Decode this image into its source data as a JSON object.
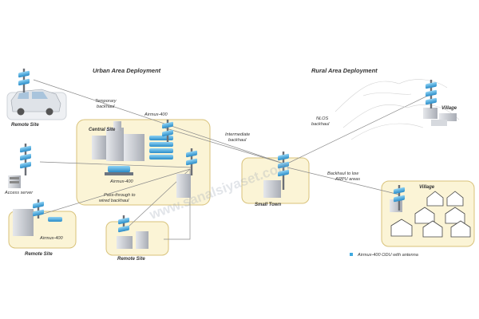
{
  "sections": {
    "urban": "Urban Area Deployment",
    "rural": "Rural Area Deployment"
  },
  "sites": {
    "remote_site_top": "Remote Site",
    "central_site": "Central Site",
    "access_server": "Access server",
    "remote_site_left": "Remote Site",
    "remote_site_bottom": "Remote Site",
    "small_town": "Small Town",
    "village_top": "Village",
    "village_right": "Village"
  },
  "links": {
    "temporary_backhaul": "Temporary backhaul",
    "airmux_central_top": "Airmux-400",
    "airmux_central_mid": "Airmux-400",
    "airmux_remote_left": "Airmux-400",
    "passthrough": "Pass-through to wired backhaul",
    "intermediate_backhaul": "Intermediate backhaul",
    "nlos_backhaul": "NLOS backhaul",
    "backhaul_low_arpu": "Backhaul to low ARPU areas"
  },
  "legend": {
    "text": "Airmux-400 ODU with antenna"
  },
  "watermark": "www.sanalsiyaset.com",
  "colors": {
    "site_fill": "#fbf4d6",
    "site_stroke": "#d8c27a",
    "odu": "#3fa9e0",
    "link_line": "#8a8a8a",
    "building": "#c9ccd2"
  }
}
